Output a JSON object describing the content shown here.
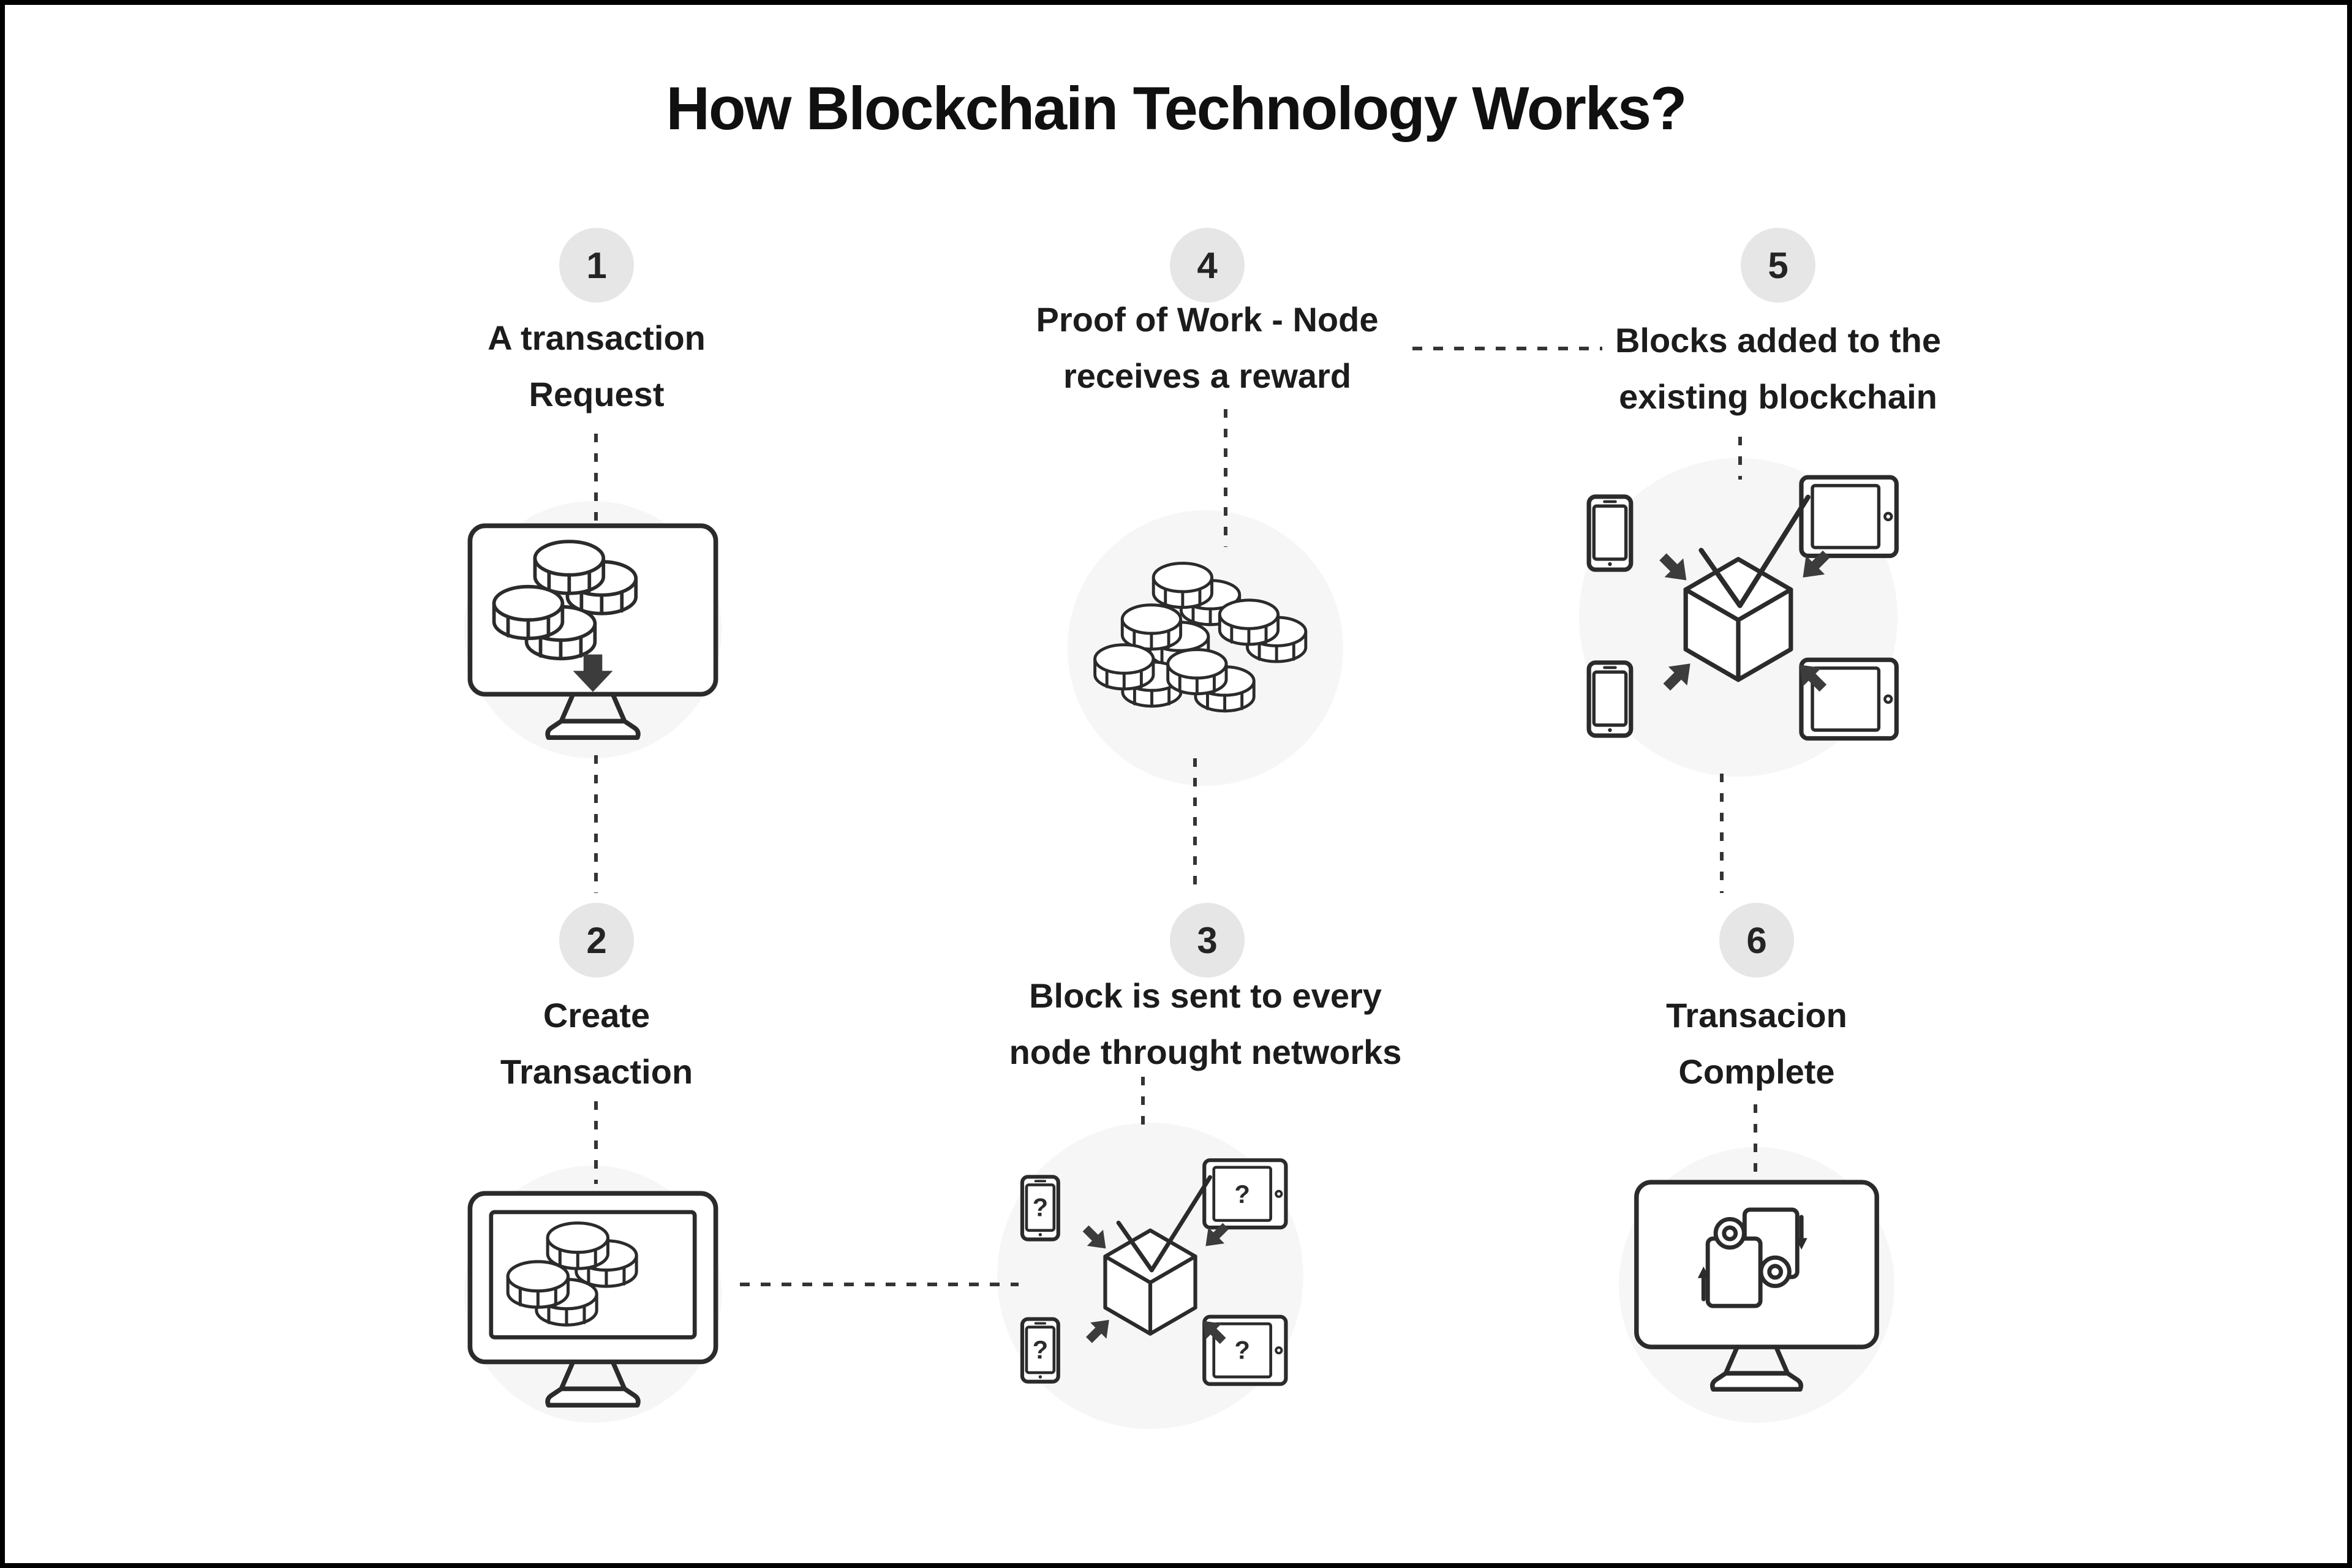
{
  "title": "How Blockchain Technology Works?",
  "icons": {
    "question_mark": "?",
    "step_icon_names": [
      "monitor-coins-arrow-icon",
      "monitor-coins-icon",
      "cube-network-question-icon",
      "coins-pile-icon",
      "cube-network-icon",
      "monitor-transfer-icon"
    ]
  },
  "steps": [
    {
      "number": "1",
      "line1": "A transaction",
      "line2": "Request",
      "icon": "monitor-coins-arrow"
    },
    {
      "number": "2",
      "line1": "Create",
      "line2": "Transaction",
      "icon": "monitor-coins"
    },
    {
      "number": "3",
      "line1": "Block is sent to every",
      "line2": "node throught networks",
      "icon": "cube-network-question"
    },
    {
      "number": "4",
      "line1": "Proof of Work - Node",
      "line2": "receives a reward",
      "icon": "coins-pile"
    },
    {
      "number": "5",
      "line1": "Blocks added to the",
      "line2": "existing blockchain",
      "icon": "cube-network"
    },
    {
      "number": "6",
      "line1": "Transacion",
      "line2": "Complete",
      "icon": "monitor-transfer"
    }
  ],
  "colors": {
    "background": "#ffffff",
    "border": "#000000",
    "title_text": "#101010",
    "label_text": "#1c1c1c",
    "badge_background": "#e6e6e6",
    "badge_text": "#242424",
    "icon_stroke": "#2b2b2b",
    "arrow_fill": "#3c3c3c",
    "dotted_line": "#343434",
    "icon_backdrop": "#f6f6f6"
  }
}
